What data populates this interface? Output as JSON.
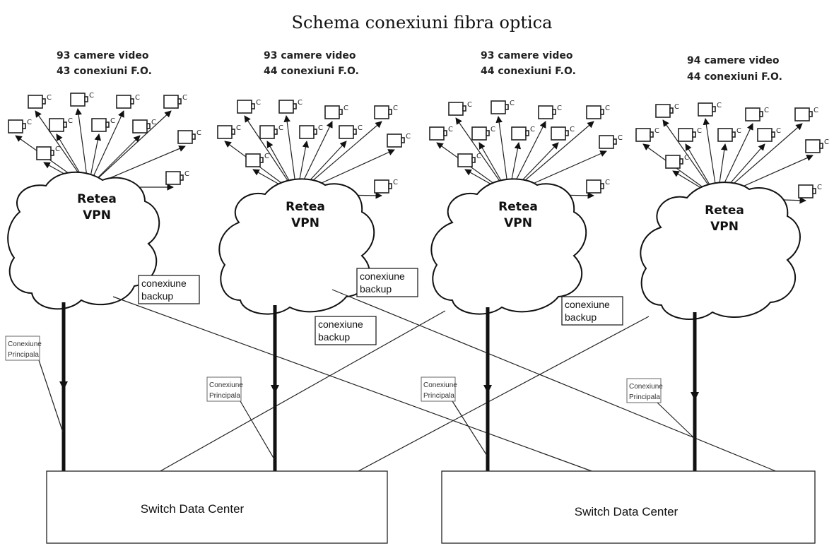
{
  "title": "Schema conexiuni fibra optica",
  "groups": [
    {
      "cameras": "93 camere video",
      "connections": "43 conexiuni F.O.",
      "cloud_line1": "Retea",
      "cloud_line2": "VPN"
    },
    {
      "cameras": "93 camere video",
      "connections": "44 conexiuni F.O.",
      "cloud_line1": "Retea",
      "cloud_line2": "VPN"
    },
    {
      "cameras": "93 camere video",
      "connections": "44 conexiuni F.O.",
      "cloud_line1": "Retea",
      "cloud_line2": "VPN"
    },
    {
      "cameras": "94 camere video",
      "connections": "44 conexiuni F.O.",
      "cloud_line1": "Retea",
      "cloud_line2": "VPN"
    }
  ],
  "backup_label": {
    "line1": "conexiune",
    "line2": "backup"
  },
  "principal_label": {
    "line1": "Conexiune",
    "line2": "Principala"
  },
  "switches": [
    "Switch Data Center",
    "Switch Data Center"
  ],
  "camera_icon_letter": "C",
  "icons": {
    "camera": "video-camera-icon",
    "cloud": "cloud-icon"
  }
}
